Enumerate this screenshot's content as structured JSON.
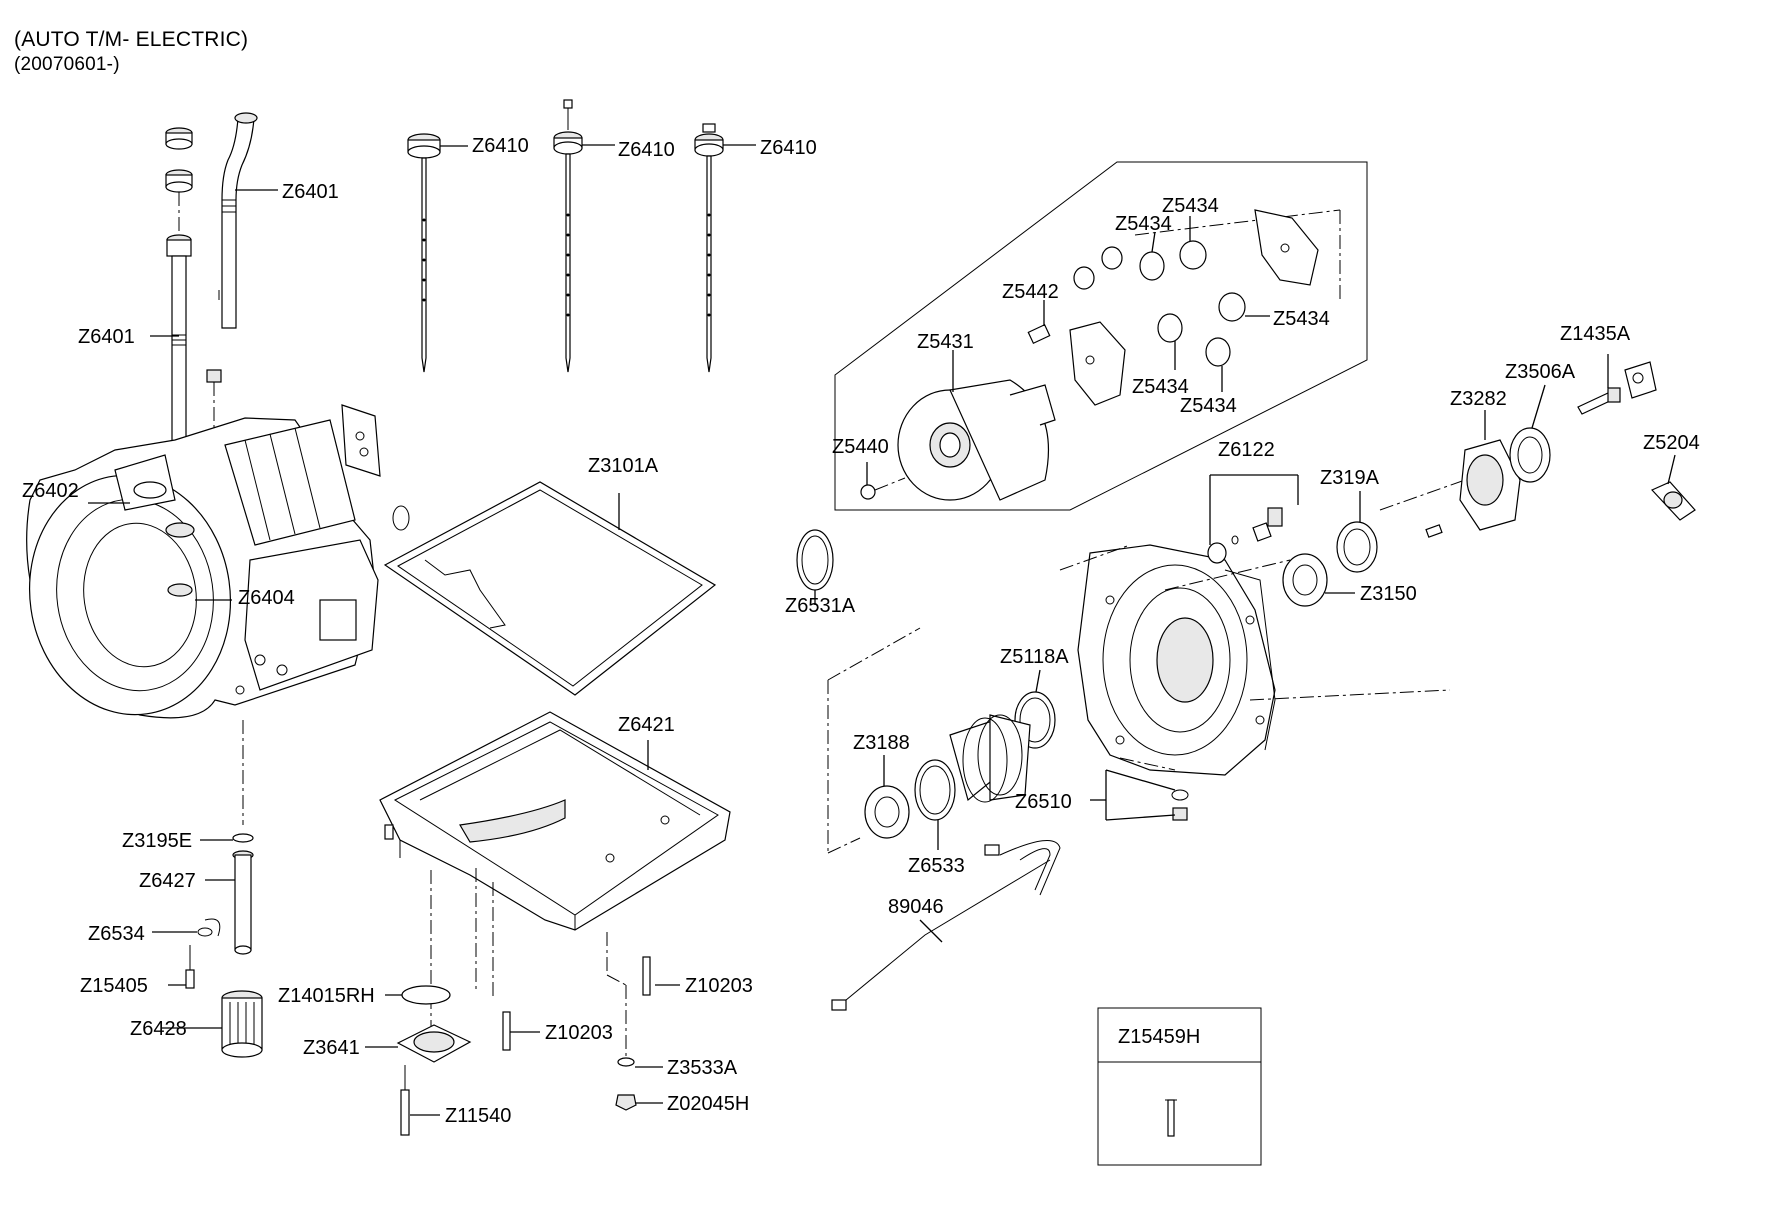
{
  "header": {
    "line1": "(AUTO T/M- ELECTRIC)",
    "line2": "(20070601-)"
  },
  "labels": {
    "z6401_a": "Z6401",
    "z6401_b": "Z6401",
    "z6410_a": "Z6410",
    "z6410_b": "Z6410",
    "z6410_c": "Z6410",
    "z5434_a": "Z5434",
    "z5434_b": "Z5434",
    "z5434_c": "Z5434",
    "z5434_d": "Z5434",
    "z5434_e": "Z5434",
    "z5442": "Z5442",
    "z5431": "Z5431",
    "z5440": "Z5440",
    "z1435a": "Z1435A",
    "z3506a": "Z3506A",
    "z3282": "Z3282",
    "z5204": "Z5204",
    "z6402": "Z6402",
    "z3101a": "Z3101A",
    "z6122": "Z6122",
    "z319a": "Z319A",
    "z6404": "Z6404",
    "z6531a": "Z6531A",
    "z3150": "Z3150",
    "z5118a": "Z5118A",
    "z6421": "Z6421",
    "z3188": "Z3188",
    "z6510": "Z6510",
    "z3195e": "Z3195E",
    "z6533": "Z6533",
    "z6427": "Z6427",
    "n89046": "89046",
    "z6534": "Z6534",
    "z15405": "Z15405",
    "z10203_a": "Z10203",
    "z14015rh": "Z14015RH",
    "z6428": "Z6428",
    "z10203_b": "Z10203",
    "z3641": "Z3641",
    "z3533a": "Z3533A",
    "z02045h": "Z02045H",
    "z11540": "Z11540",
    "z15459h": "Z15459H"
  }
}
